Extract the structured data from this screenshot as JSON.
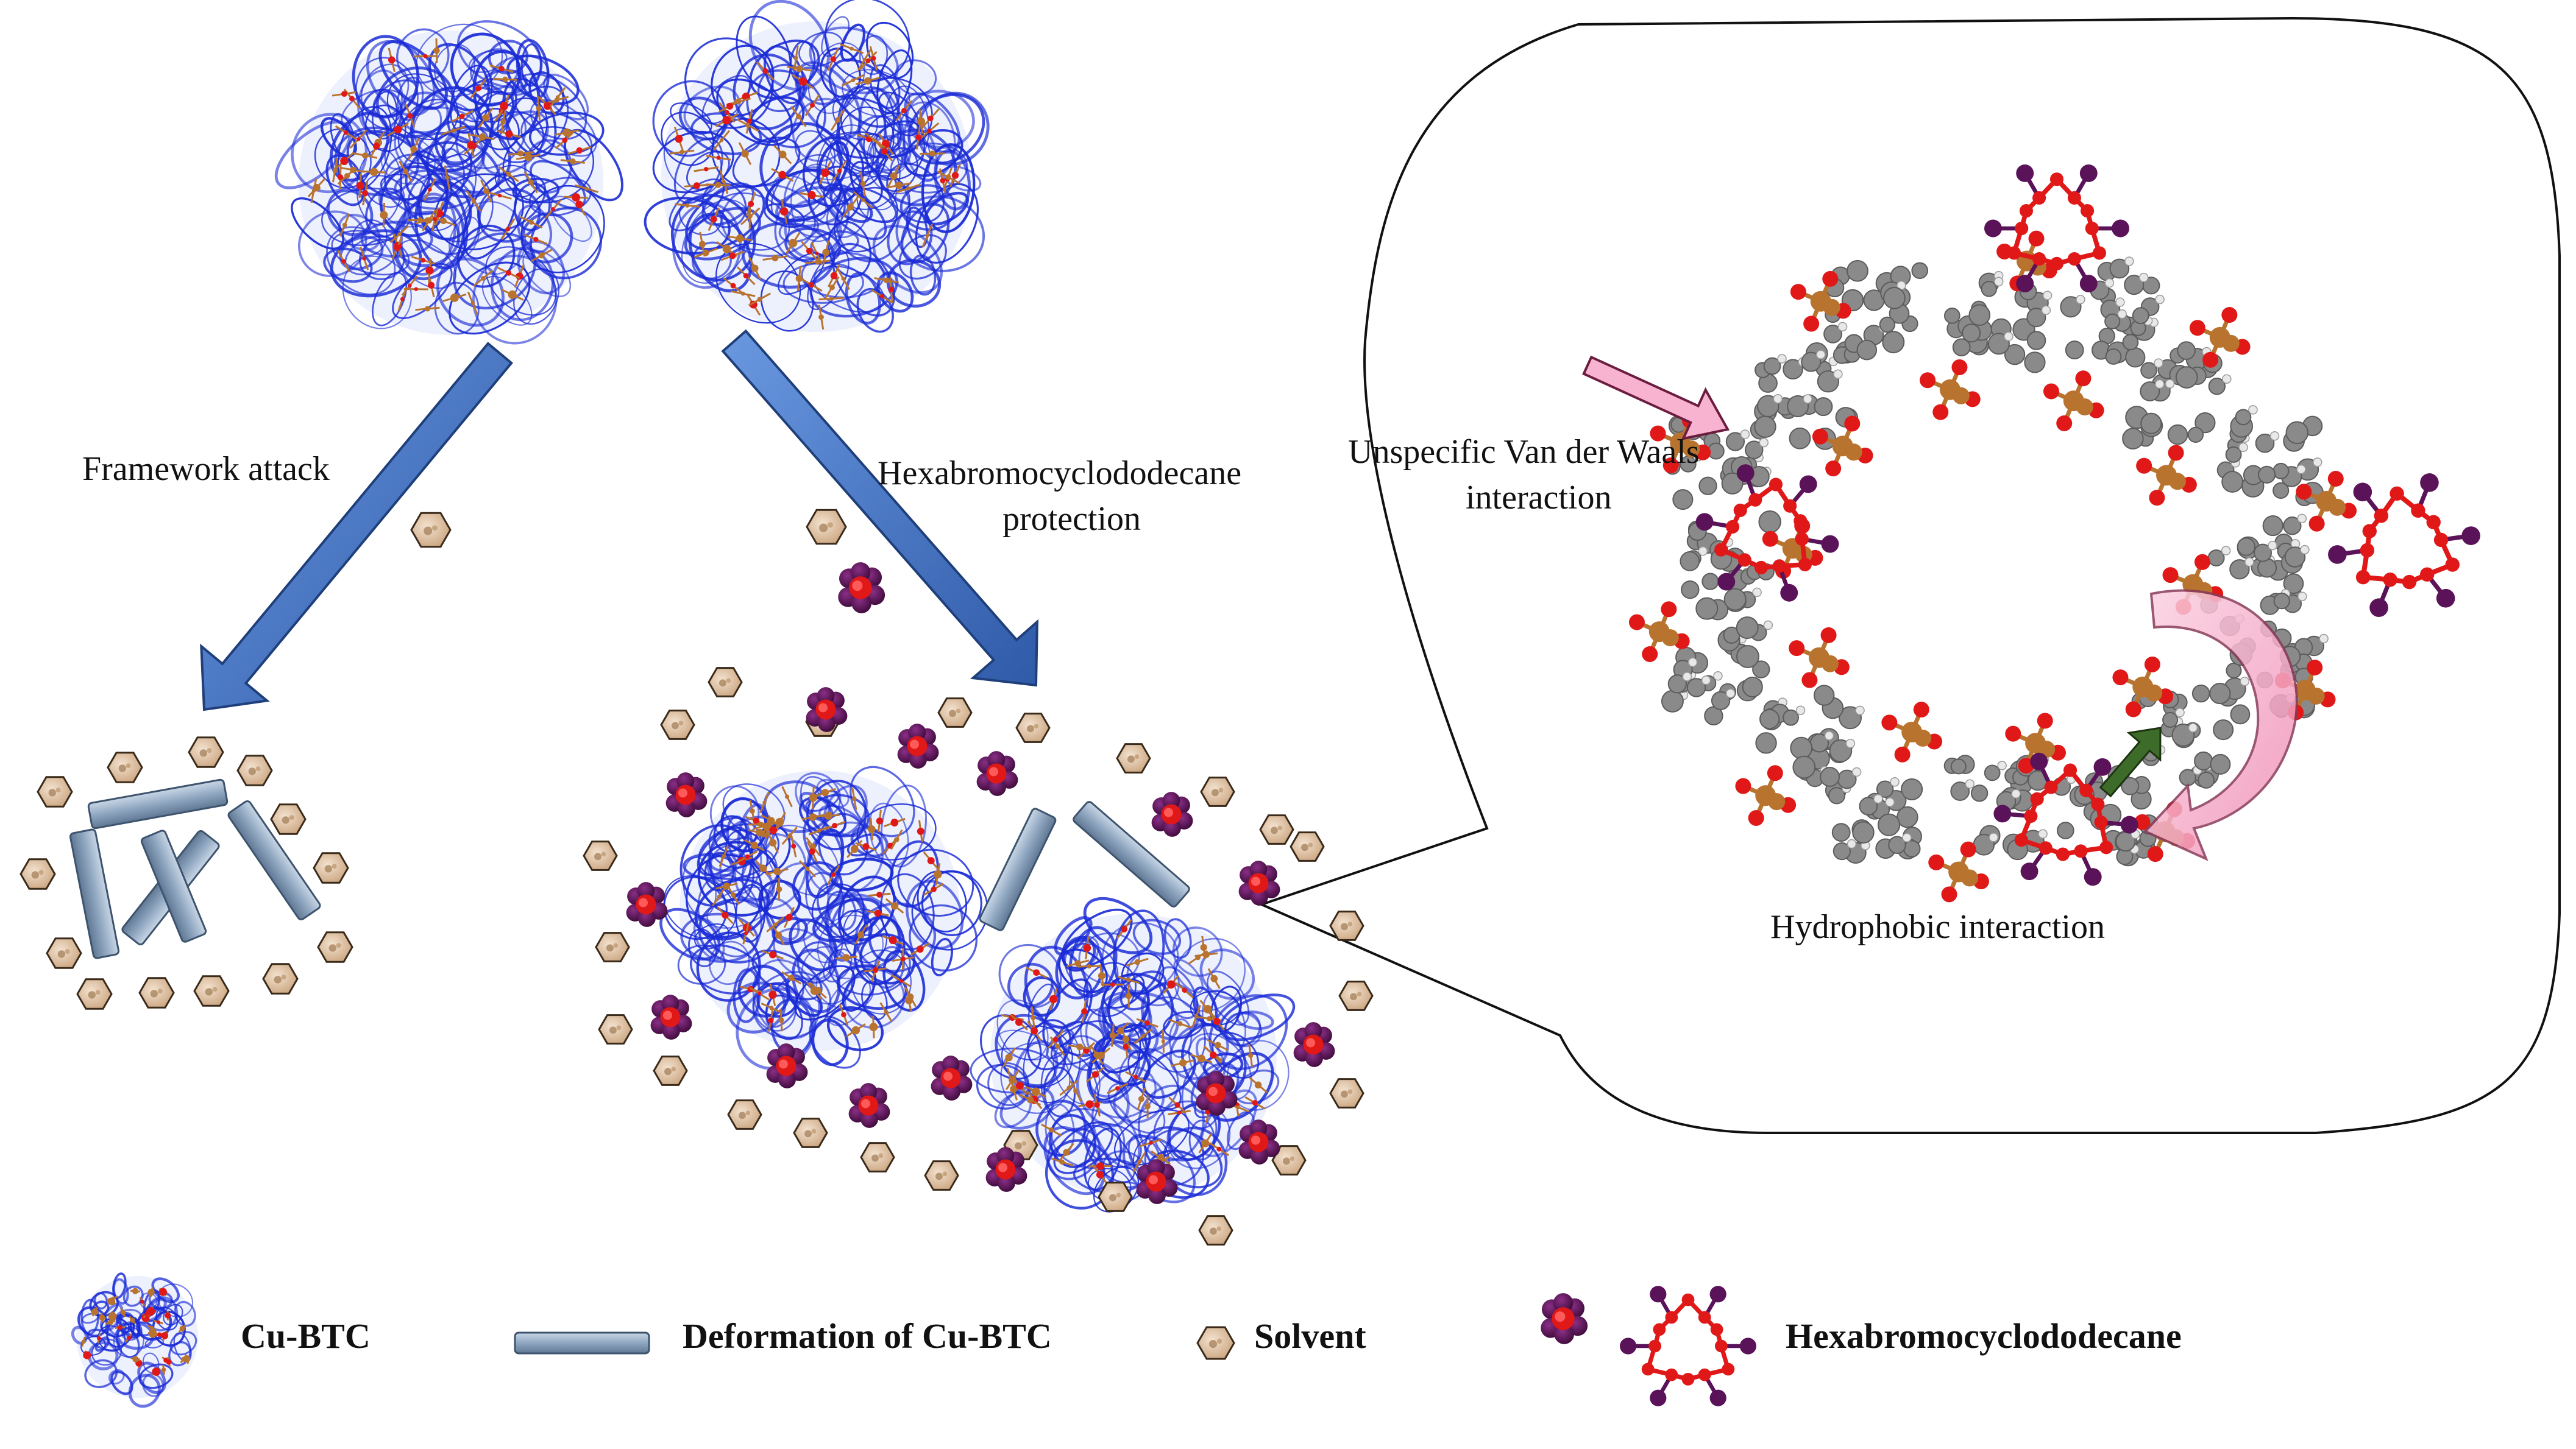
{
  "labels": {
    "framework_attack": "Framework attack",
    "protection_line1": "Hexabromocyclododecane",
    "protection_line2": "protection",
    "vdw_line1": "Unspecific Van der Waals",
    "vdw_line2": "interaction",
    "hydrophobic": "Hydrophobic interaction"
  },
  "legend": {
    "cu_btc": "Cu-BTC",
    "deformation": "Deformation of Cu-BTC",
    "solvent": "Solvent",
    "hbcd": "Hexabromocyclododecane"
  },
  "colors": {
    "framework_blue": "#1a2bd6",
    "copper": "#b8732e",
    "oxygen": "#e01818",
    "carbon": "#8a8a8a",
    "bromine": "#5a1258",
    "arrow_blue": "#4a78c8",
    "rod": "#8fa6c0",
    "solvent_fill": "#e3c7a8",
    "pink_arrow": "#f4a7c8",
    "green_arrow": "#3d6b2a"
  }
}
